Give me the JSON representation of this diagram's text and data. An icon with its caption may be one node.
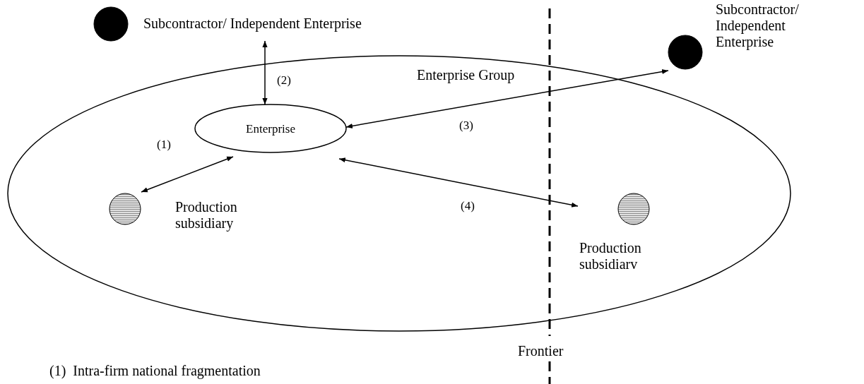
{
  "diagram": {
    "nodes": [
      {
        "text": [
          "Enterprise Group"
        ]
      },
      {
        "text": [
          "Subcontractor/ Independent Enterprise"
        ]
      },
      {
        "text": [
          "Enterprise"
        ],
        "in": 0
      },
      {
        "text": [
          "Subcontractor/ Independent Enterprise"
        ]
      },
      {
        "text": [
          "Production subsidiary"
        ],
        "in": 0
      },
      {
        "text": [
          "Production subsidiarv"
        ],
        "in": 0
      }
    ],
    "edges": [
      {
        "from": 2,
        "to": 4,
        "arrow": "both",
        "label": "(1)"
      },
      {
        "from": 2,
        "to": 1,
        "arrow": "both",
        "label": "(2)"
      },
      {
        "from": 2,
        "to": 3,
        "arrow": "both",
        "label": "(3)"
      },
      {
        "from": 2,
        "to": 5,
        "arrow": "both",
        "label": "(4)"
      }
    ],
    "labels": [
      "Frontier",
      "(1)  Intra-firm national fragmentation"
    ]
  }
}
